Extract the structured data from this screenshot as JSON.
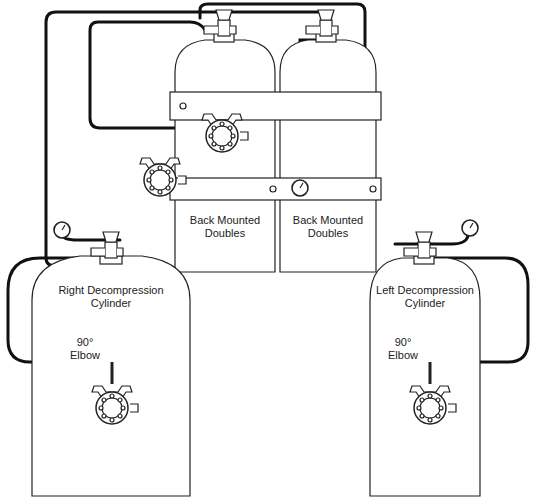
{
  "diagram": {
    "nodes": [
      {
        "text": [
          "Back Mounted Doubles"
        ]
      },
      {
        "text": [
          "Back Mounted Doubles"
        ]
      },
      {
        "text": [
          "Right Decompression Cylinder"
        ]
      },
      {
        "text": [
          "Left Decompression Cylinder"
        ]
      }
    ],
    "labels": [
      "90° Elbow",
      "90° Elbow"
    ]
  }
}
